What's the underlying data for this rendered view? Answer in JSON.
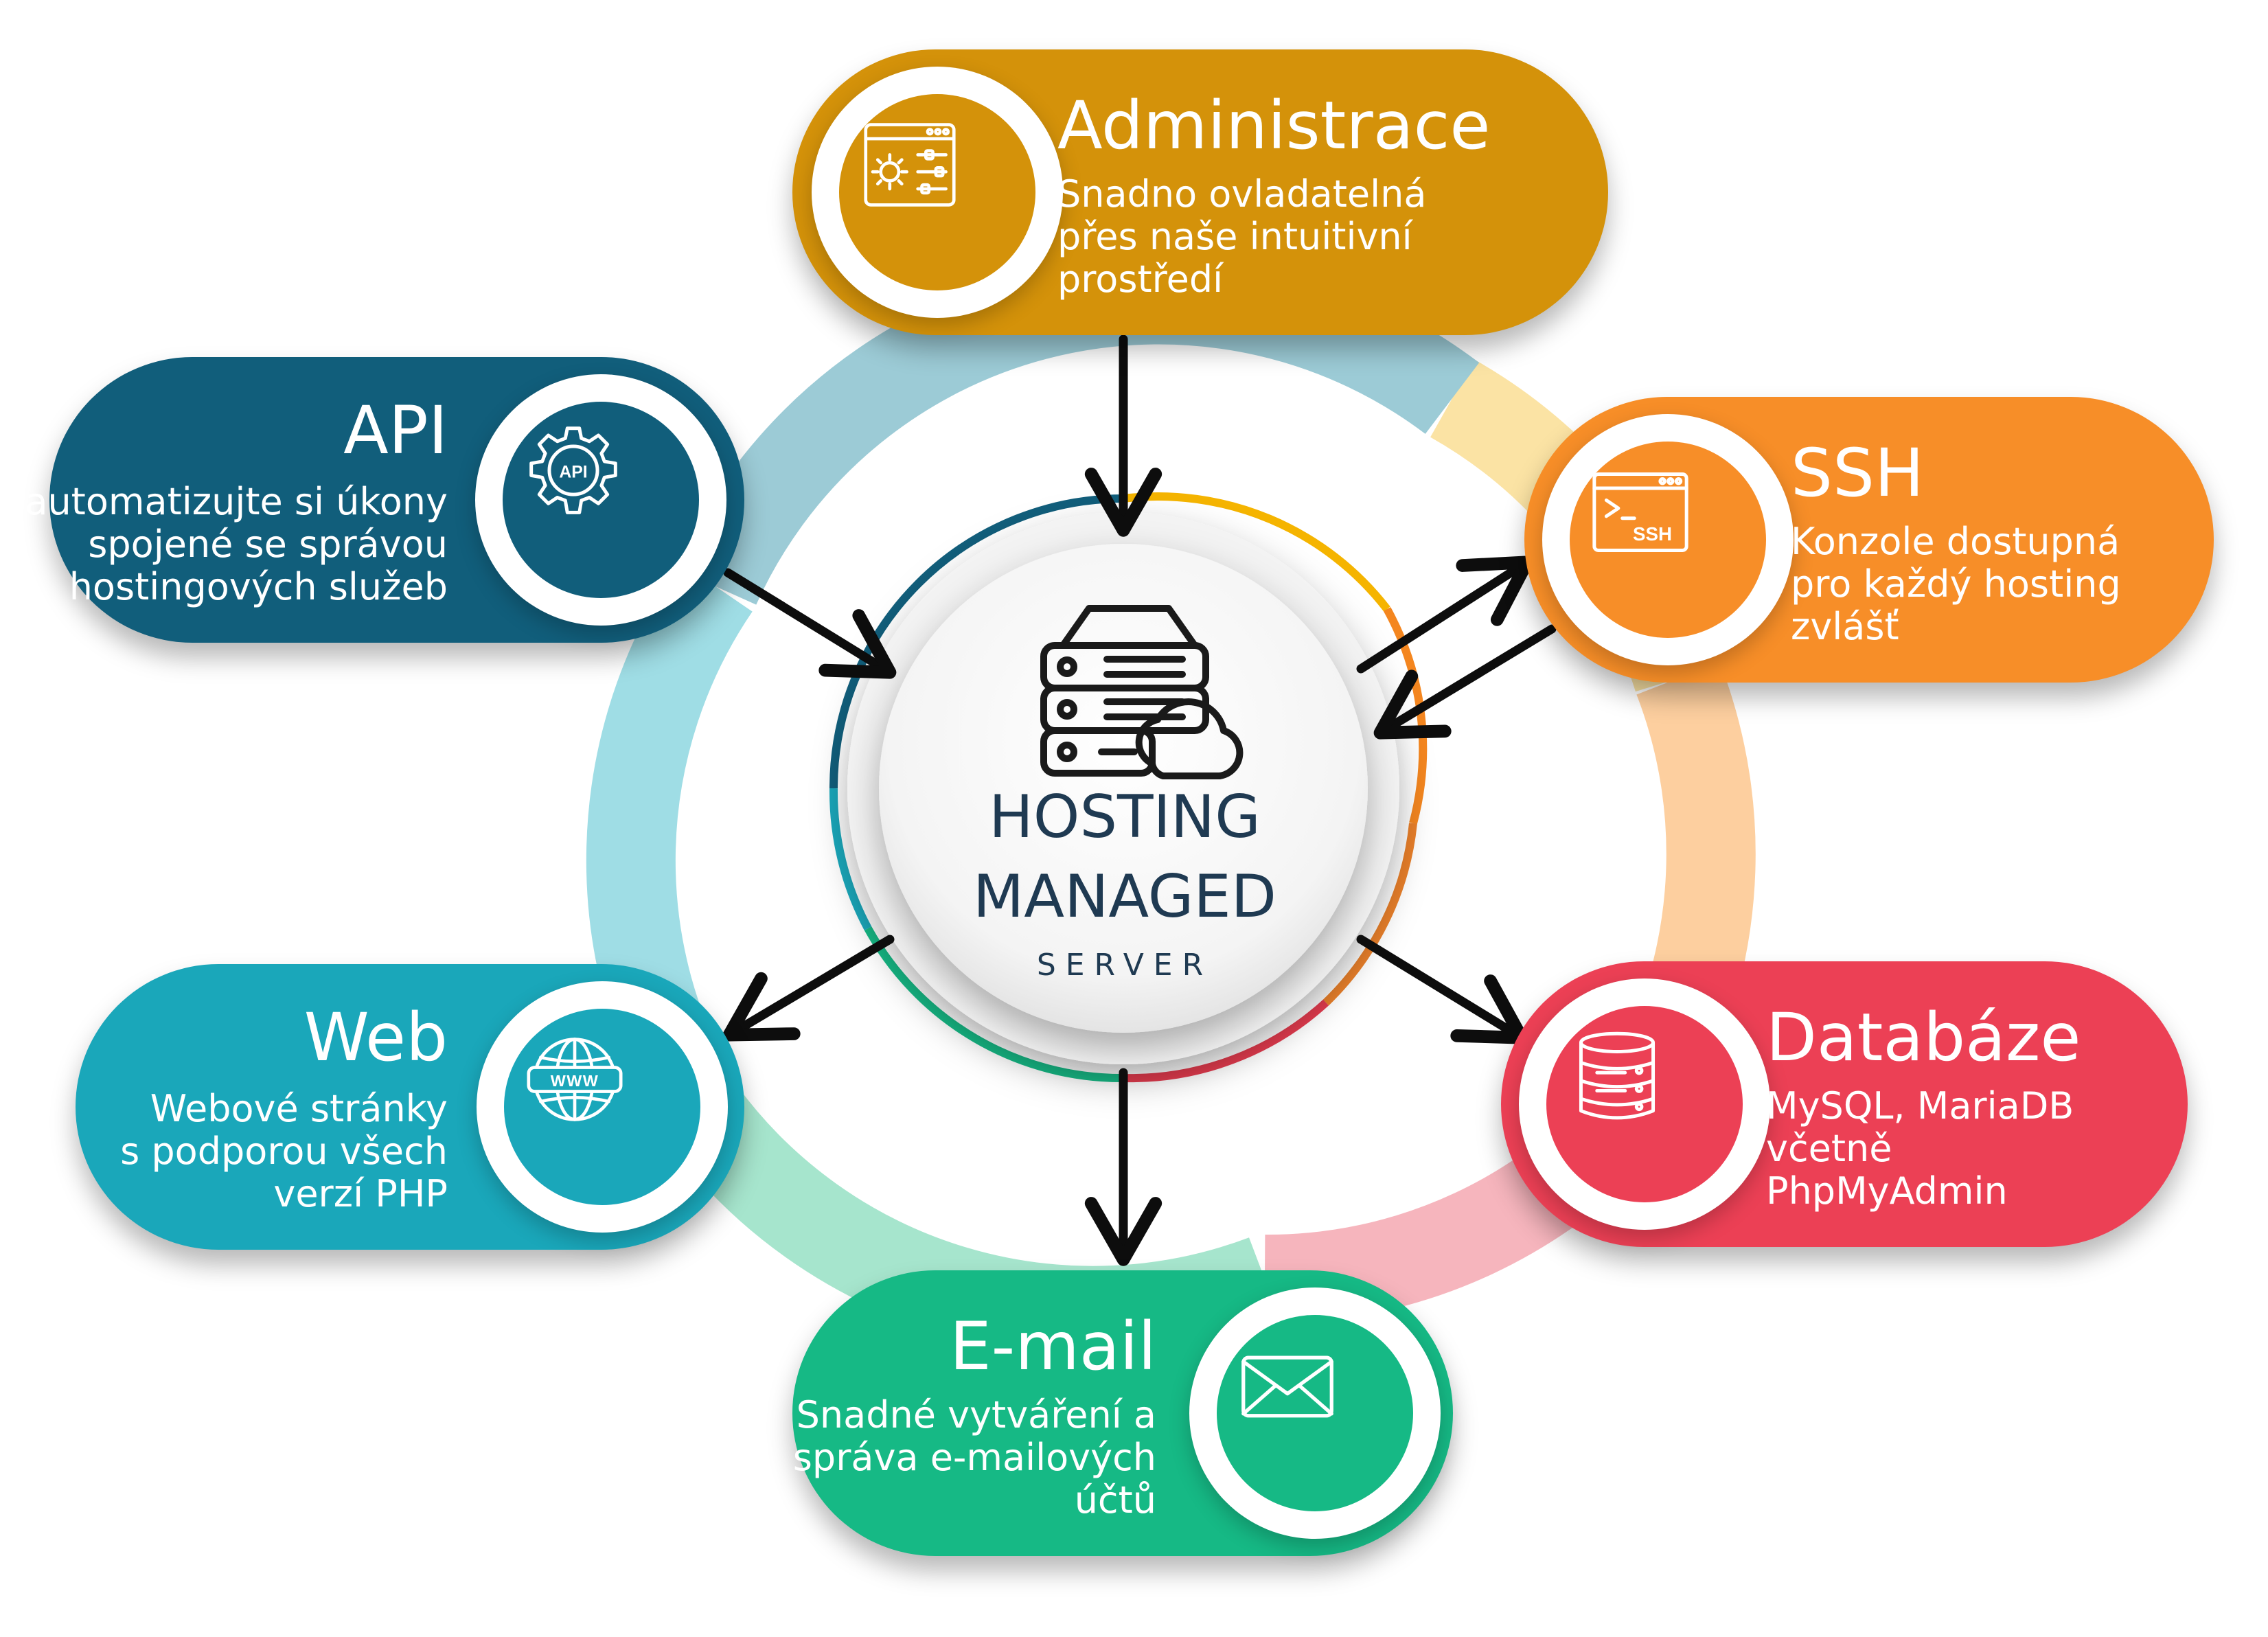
{
  "center": {
    "title_line1": "HOSTING",
    "title_line2": "MANAGED",
    "subtitle": "SERVER",
    "icon": "server-cloud-icon"
  },
  "nodes": {
    "administrace": {
      "title": "Administrace",
      "desc": [
        "Snadno ovladatelná",
        "přes naše intuitivní",
        "prostředí"
      ],
      "color": "#d4920a",
      "icon": "settings-panel-icon"
    },
    "api": {
      "title": "API",
      "desc": [
        "Zautomatizujte si úkony",
        "spojené se správou",
        "hostingových služeb"
      ],
      "color": "#115e7b",
      "icon": "api-gear-icon",
      "icon_text": "API"
    },
    "ssh": {
      "title": "SSH",
      "desc": [
        "Konzole dostupná",
        "pro každý hosting",
        "zvlášť"
      ],
      "color": "#f78e28",
      "icon": "terminal-icon",
      "icon_text": "SSH"
    },
    "web": {
      "title": "Web",
      "desc": [
        "Webové stránky",
        "s podporou všech",
        "verzí PHP"
      ],
      "color": "#1aa7ba",
      "icon": "globe-www-icon",
      "icon_text": "WWW"
    },
    "databaze": {
      "title": "Databáze",
      "desc": [
        "MySQL, MariaDB",
        "včetně",
        "PhpMyAdmin"
      ],
      "color": "#ec4055",
      "icon": "database-icon"
    },
    "email": {
      "title": "E-mail",
      "desc": [
        "Snadné vytváření a",
        "správa e-mailových",
        "účtů"
      ],
      "color": "#16b985",
      "icon": "envelope-icon"
    }
  },
  "connections": [
    {
      "from": "administrace",
      "to": "center"
    },
    {
      "from": "api",
      "to": "center"
    },
    {
      "from": "center",
      "to": "ssh"
    },
    {
      "from": "ssh",
      "to": "center"
    },
    {
      "from": "center",
      "to": "web"
    },
    {
      "from": "center",
      "to": "databaze"
    },
    {
      "from": "center",
      "to": "email"
    }
  ],
  "ring_colors": {
    "administrace_to_ssh": "#fbe3a4",
    "ssh_to_databaze": "#fdcf9f",
    "databaze_to_email": "#f6b5bd",
    "email_to_web": "#a6e5cd",
    "web_to_api": "#9fdde5",
    "api_to_administrace": "#9ccbd6"
  }
}
